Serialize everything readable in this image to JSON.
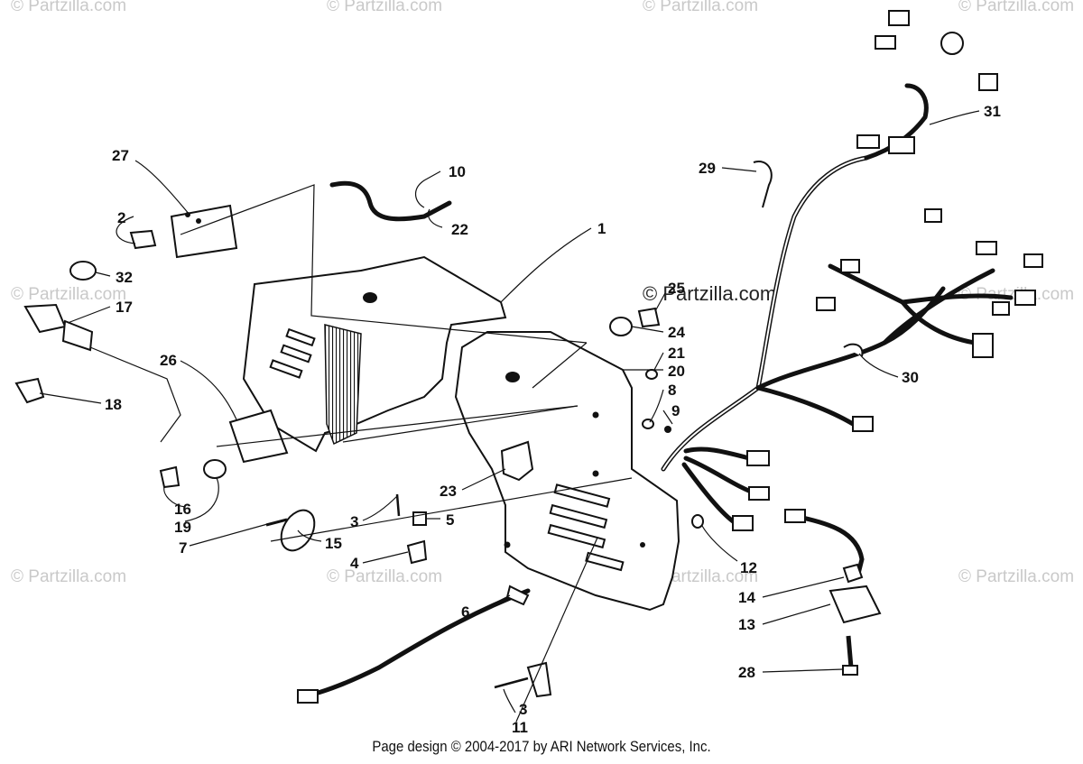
{
  "watermarks": {
    "text": "© Partzilla.com",
    "center_text": "© Partzilla.com"
  },
  "callouts": [
    {
      "id": "c27",
      "label": "27"
    },
    {
      "id": "c2",
      "label": "2"
    },
    {
      "id": "c10",
      "label": "10"
    },
    {
      "id": "c22",
      "label": "22"
    },
    {
      "id": "c1",
      "label": "1"
    },
    {
      "id": "c32",
      "label": "32"
    },
    {
      "id": "c17",
      "label": "17"
    },
    {
      "id": "c26",
      "label": "26"
    },
    {
      "id": "c18",
      "label": "18"
    },
    {
      "id": "c16",
      "label": "16"
    },
    {
      "id": "c19",
      "label": "19"
    },
    {
      "id": "c7",
      "label": "7"
    },
    {
      "id": "c3a",
      "label": "3"
    },
    {
      "id": "c5",
      "label": "5"
    },
    {
      "id": "c15",
      "label": "15"
    },
    {
      "id": "c4",
      "label": "4"
    },
    {
      "id": "c6",
      "label": "6"
    },
    {
      "id": "c3b",
      "label": "3"
    },
    {
      "id": "c11",
      "label": "11"
    },
    {
      "id": "c23",
      "label": "23"
    },
    {
      "id": "c25",
      "label": "25"
    },
    {
      "id": "c24",
      "label": "24"
    },
    {
      "id": "c21",
      "label": "21"
    },
    {
      "id": "c20",
      "label": "20"
    },
    {
      "id": "c8",
      "label": "8"
    },
    {
      "id": "c9",
      "label": "9"
    },
    {
      "id": "c12",
      "label": "12"
    },
    {
      "id": "c14",
      "label": "14"
    },
    {
      "id": "c13",
      "label": "13"
    },
    {
      "id": "c28",
      "label": "28"
    },
    {
      "id": "c29",
      "label": "29"
    },
    {
      "id": "c31",
      "label": "31"
    },
    {
      "id": "c30",
      "label": "30"
    }
  ],
  "footer": "Page design © 2004-2017 by ARI Network Services, Inc."
}
